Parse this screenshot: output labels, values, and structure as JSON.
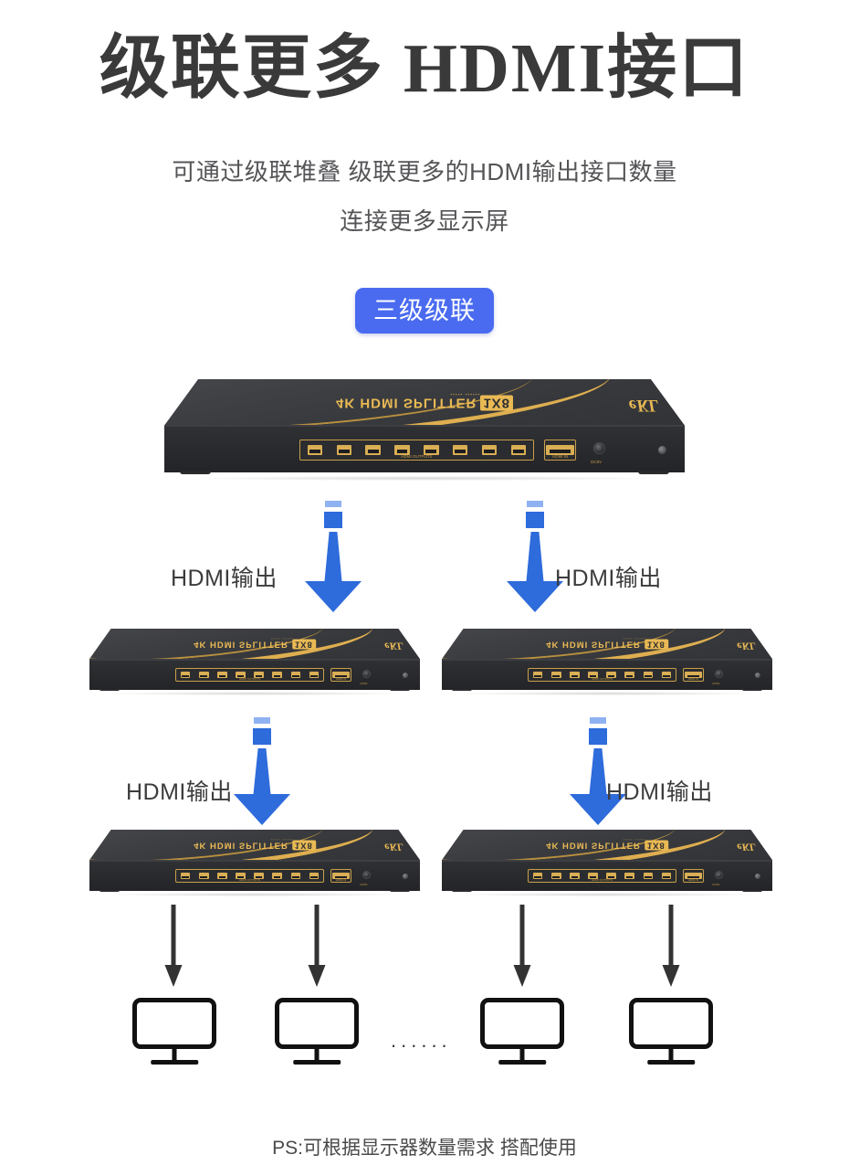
{
  "page": {
    "title": "级联更多 HDMI接口",
    "subtitle_line1": "可通过级联堆叠 级联更多的HDMI输出接口数量",
    "subtitle_line2": "连接更多显示屏",
    "badge": "三级级联",
    "footnote": "PS:可根据显示器数量需求 搭配使用",
    "ellipsis": "......",
    "background_color": "#ffffff",
    "accent_blue": "#4a6bf0",
    "arrow_blue": "#2e6bdb",
    "arrow_blue_light": "#8fb2f2",
    "gold": "#e9b954",
    "device_black": "#2e2f32"
  },
  "device": {
    "brand_text": "4K HDMI SPLITTER",
    "model_text": "1X8",
    "logo_text": "eKL",
    "dots_text": "▪▪▪▪▪ ▪▪▪▪▪▪",
    "outputs_label": "HDMI OUTPUTS",
    "input_label": "HDMI IN",
    "power_label": "DC5V",
    "port_count": 8
  },
  "flow": {
    "tier1_labels": [
      "HDMI输出",
      "HDMI输出"
    ],
    "tier2_labels": [
      "HDMI输出",
      "HDMI输出"
    ]
  },
  "devices": [
    {
      "name": "tier1-splitter"
    },
    {
      "name": "tier2-splitter-left"
    },
    {
      "name": "tier2-splitter-right"
    },
    {
      "name": "tier3-splitter-left"
    },
    {
      "name": "tier3-splitter-right"
    }
  ],
  "monitors": [
    {
      "name": "monitor-1"
    },
    {
      "name": "monitor-2"
    },
    {
      "name": "monitor-3"
    },
    {
      "name": "monitor-4"
    }
  ]
}
